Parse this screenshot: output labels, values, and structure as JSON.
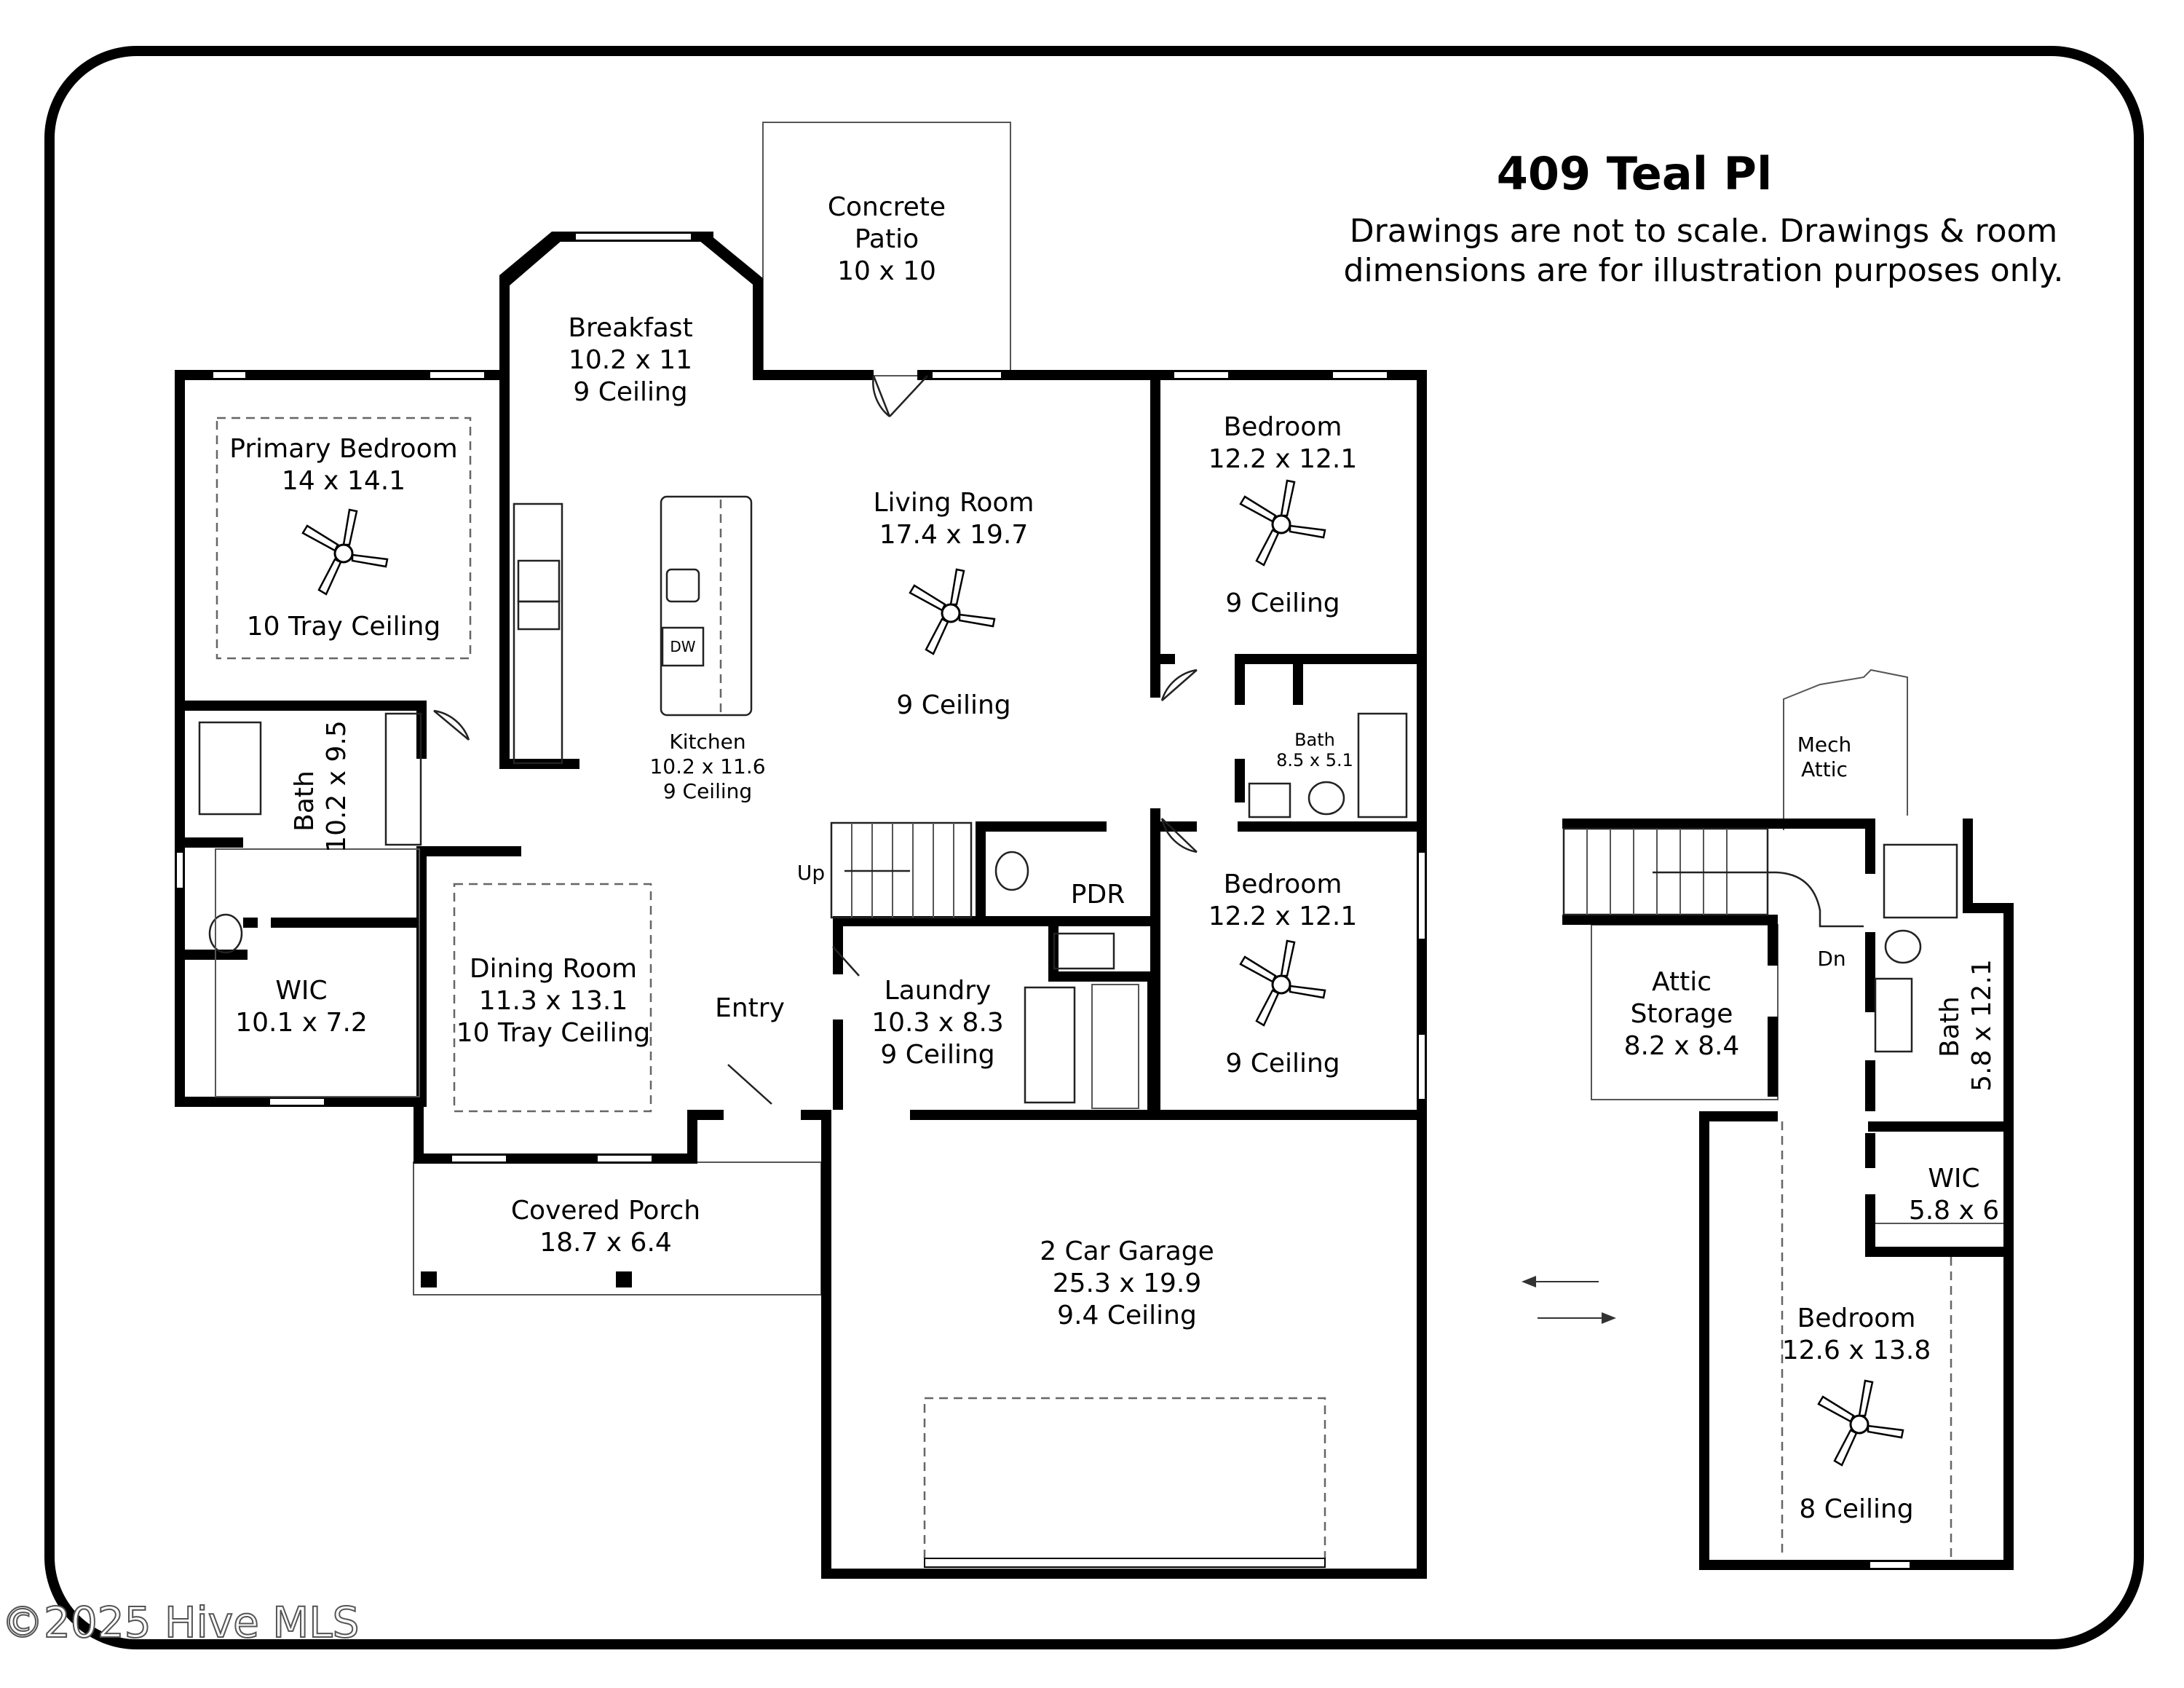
{
  "header": {
    "address": "409 Teal Pl",
    "disclaimer_line1": "Drawings are not to scale. Drawings & room",
    "disclaimer_line2": "dimensions are for illustration purposes only."
  },
  "watermark": "©2025 Hive MLS",
  "rooms": {
    "patio": {
      "name1": "Concrete",
      "name2": "Patio",
      "dims": "10 x 10"
    },
    "breakfast": {
      "name": "Breakfast",
      "dims": "10.2 x 11",
      "ceiling": "9 Ceiling"
    },
    "primary": {
      "name": "Primary Bedroom",
      "dims": "14 x 14.1",
      "ceiling": "10 Tray Ceiling"
    },
    "living": {
      "name": "Living Room",
      "dims": "17.4 x 19.7",
      "ceiling": "9 Ceiling"
    },
    "bedroom1": {
      "name": "Bedroom",
      "dims": "12.2 x 12.1",
      "ceiling": "9 Ceiling"
    },
    "kitchen": {
      "name": "Kitchen",
      "dims": "10.2 x 11.6",
      "ceiling": "9 Ceiling",
      "dw": "DW"
    },
    "bath_main": {
      "name": "Bath",
      "dims": "8.5 x 5.1"
    },
    "bath_primary": {
      "name": "Bath",
      "dims": "10.2 x 9.5"
    },
    "wic_primary": {
      "name": "WIC",
      "dims": "10.1 x 7.2"
    },
    "dining": {
      "name": "Dining Room",
      "dims": "11.3 x 13.1",
      "ceiling": "10 Tray Ceiling"
    },
    "entry": {
      "name": "Entry"
    },
    "stairs_main": {
      "label": "Up"
    },
    "pdr": {
      "name": "PDR"
    },
    "bedroom2": {
      "name": "Bedroom",
      "dims": "12.2 x 12.1",
      "ceiling": "9 Ceiling"
    },
    "laundry": {
      "name": "Laundry",
      "dims": "10.3 x 8.3",
      "ceiling": "9 Ceiling"
    },
    "porch": {
      "name": "Covered Porch",
      "dims": "18.7 x 6.4"
    },
    "garage": {
      "name": "2 Car Garage",
      "dims": "25.3 x 19.9",
      "ceiling": "9.4 Ceiling"
    },
    "mech_attic": {
      "name1": "Mech",
      "name2": "Attic"
    },
    "stairs_upper": {
      "label": "Dn"
    },
    "attic_storage": {
      "name1": "Attic",
      "name2": "Storage",
      "dims": "8.2 x 8.4"
    },
    "bath_upper": {
      "name": "Bath",
      "dims": "5.8 x 12.1"
    },
    "wic_upper": {
      "name": "WIC",
      "dims": "5.8 x 6"
    },
    "bedroom3": {
      "name": "Bedroom",
      "dims": "12.6 x 13.8",
      "ceiling": "8 Ceiling"
    }
  }
}
